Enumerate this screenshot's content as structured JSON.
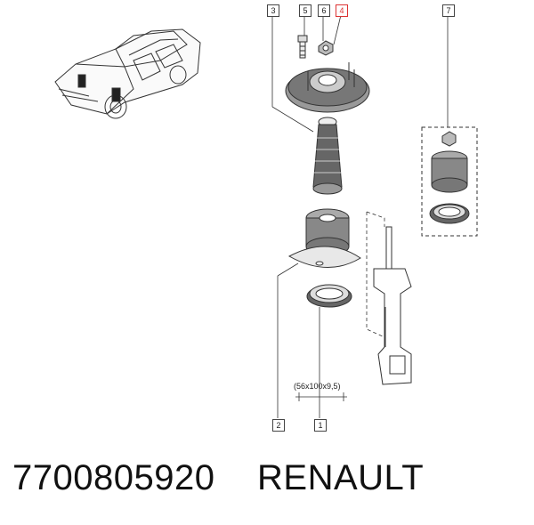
{
  "callouts": {
    "c1": "1",
    "c2": "2",
    "c3": "3",
    "c4": "4",
    "c5": "5",
    "c6": "6",
    "c7": "7"
  },
  "dimension_label": "(56x100x9,5)",
  "footer": {
    "part_number": "7700805920",
    "brand": "RENAULT"
  },
  "colors": {
    "line": "#333333",
    "highlight": "#d33333",
    "fill_dark": "#555555",
    "fill_light": "#e8e8e8"
  }
}
